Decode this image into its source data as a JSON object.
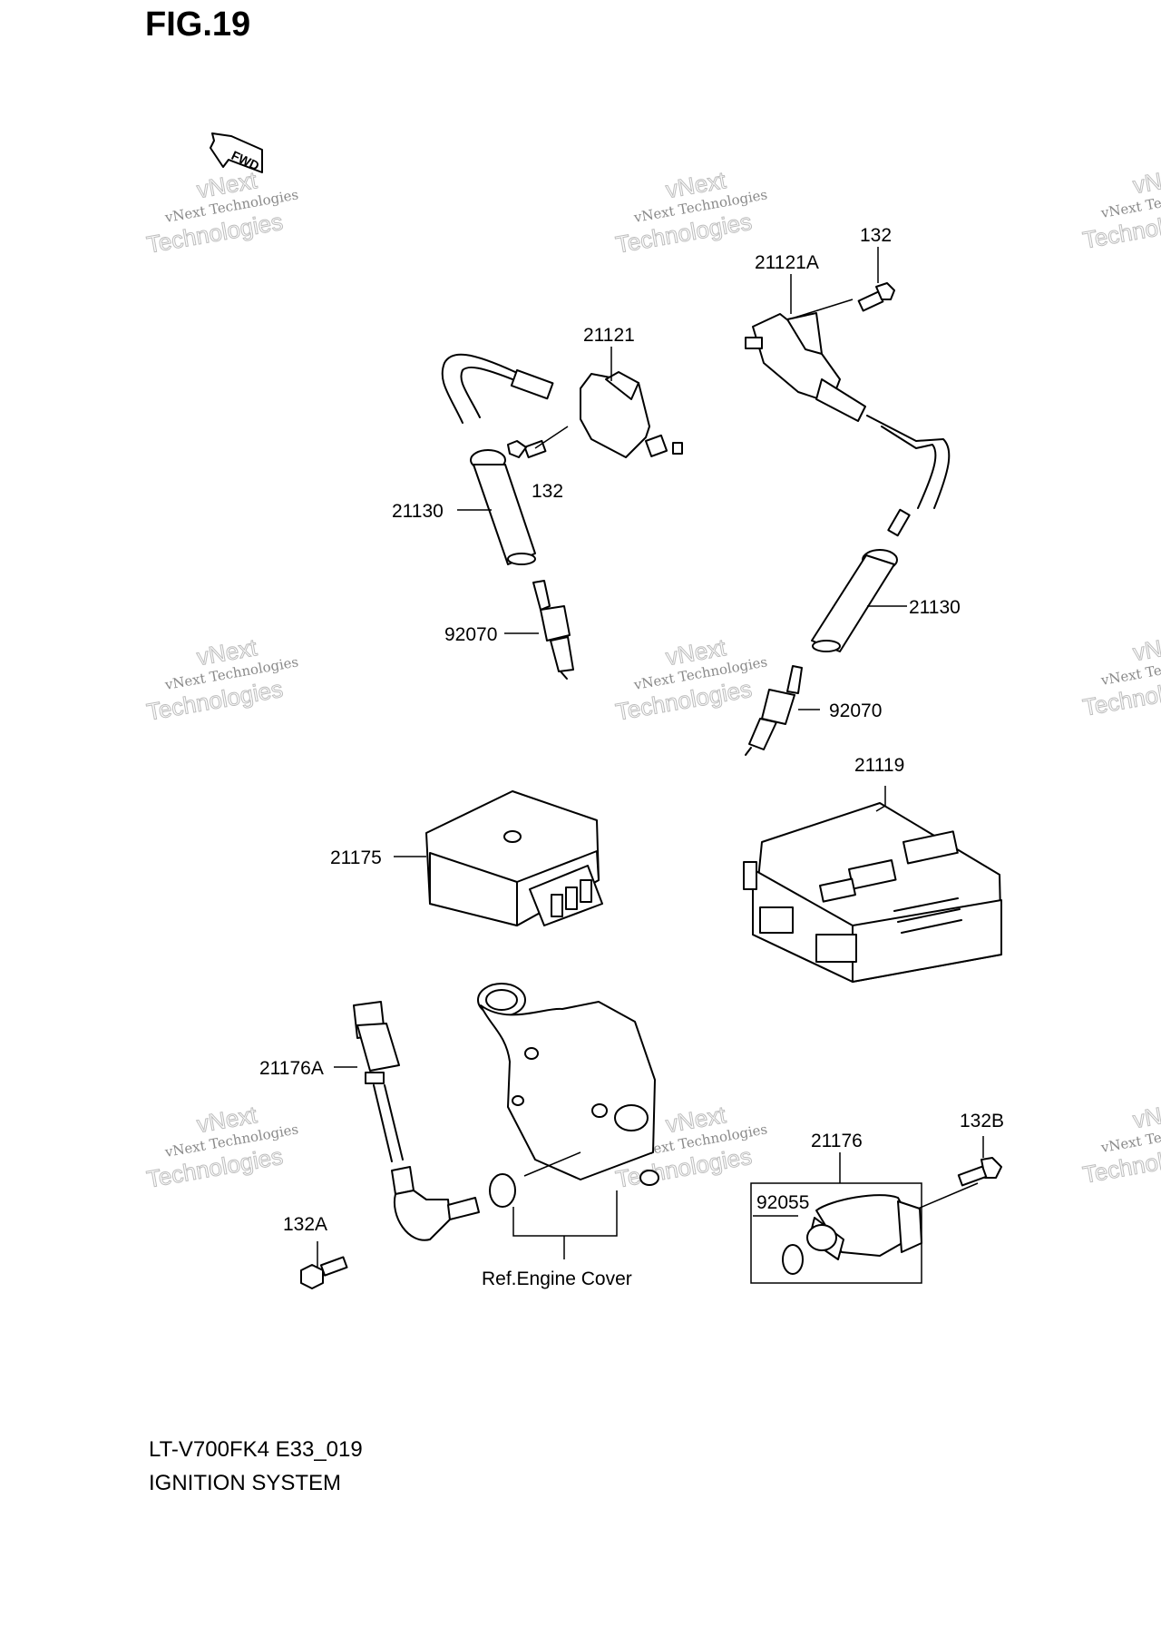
{
  "figure": {
    "title": "FIG.19"
  },
  "direction_badge": {
    "text": "FWD"
  },
  "watermark": {
    "line1": "vNext Technologies",
    "line2": "vNext",
    "line3": "Technologies"
  },
  "parts": {
    "p132_top": "132",
    "p21121A": "21121A",
    "p21121": "21121",
    "p132_mid": "132",
    "p21130_left": "21130",
    "p21130_right": "21130",
    "p92070_left": "92070",
    "p92070_right": "92070",
    "p21119": "21119",
    "p21175": "21175",
    "p21176A": "21176A",
    "p132A": "132A",
    "p132B": "132B",
    "p21176": "21176",
    "p92055": "92055",
    "ref_engine_cover": "Ref.Engine Cover"
  },
  "footer": {
    "model_code": "LT-V700FK4 E33_019",
    "section": "IGNITION SYSTEM"
  }
}
